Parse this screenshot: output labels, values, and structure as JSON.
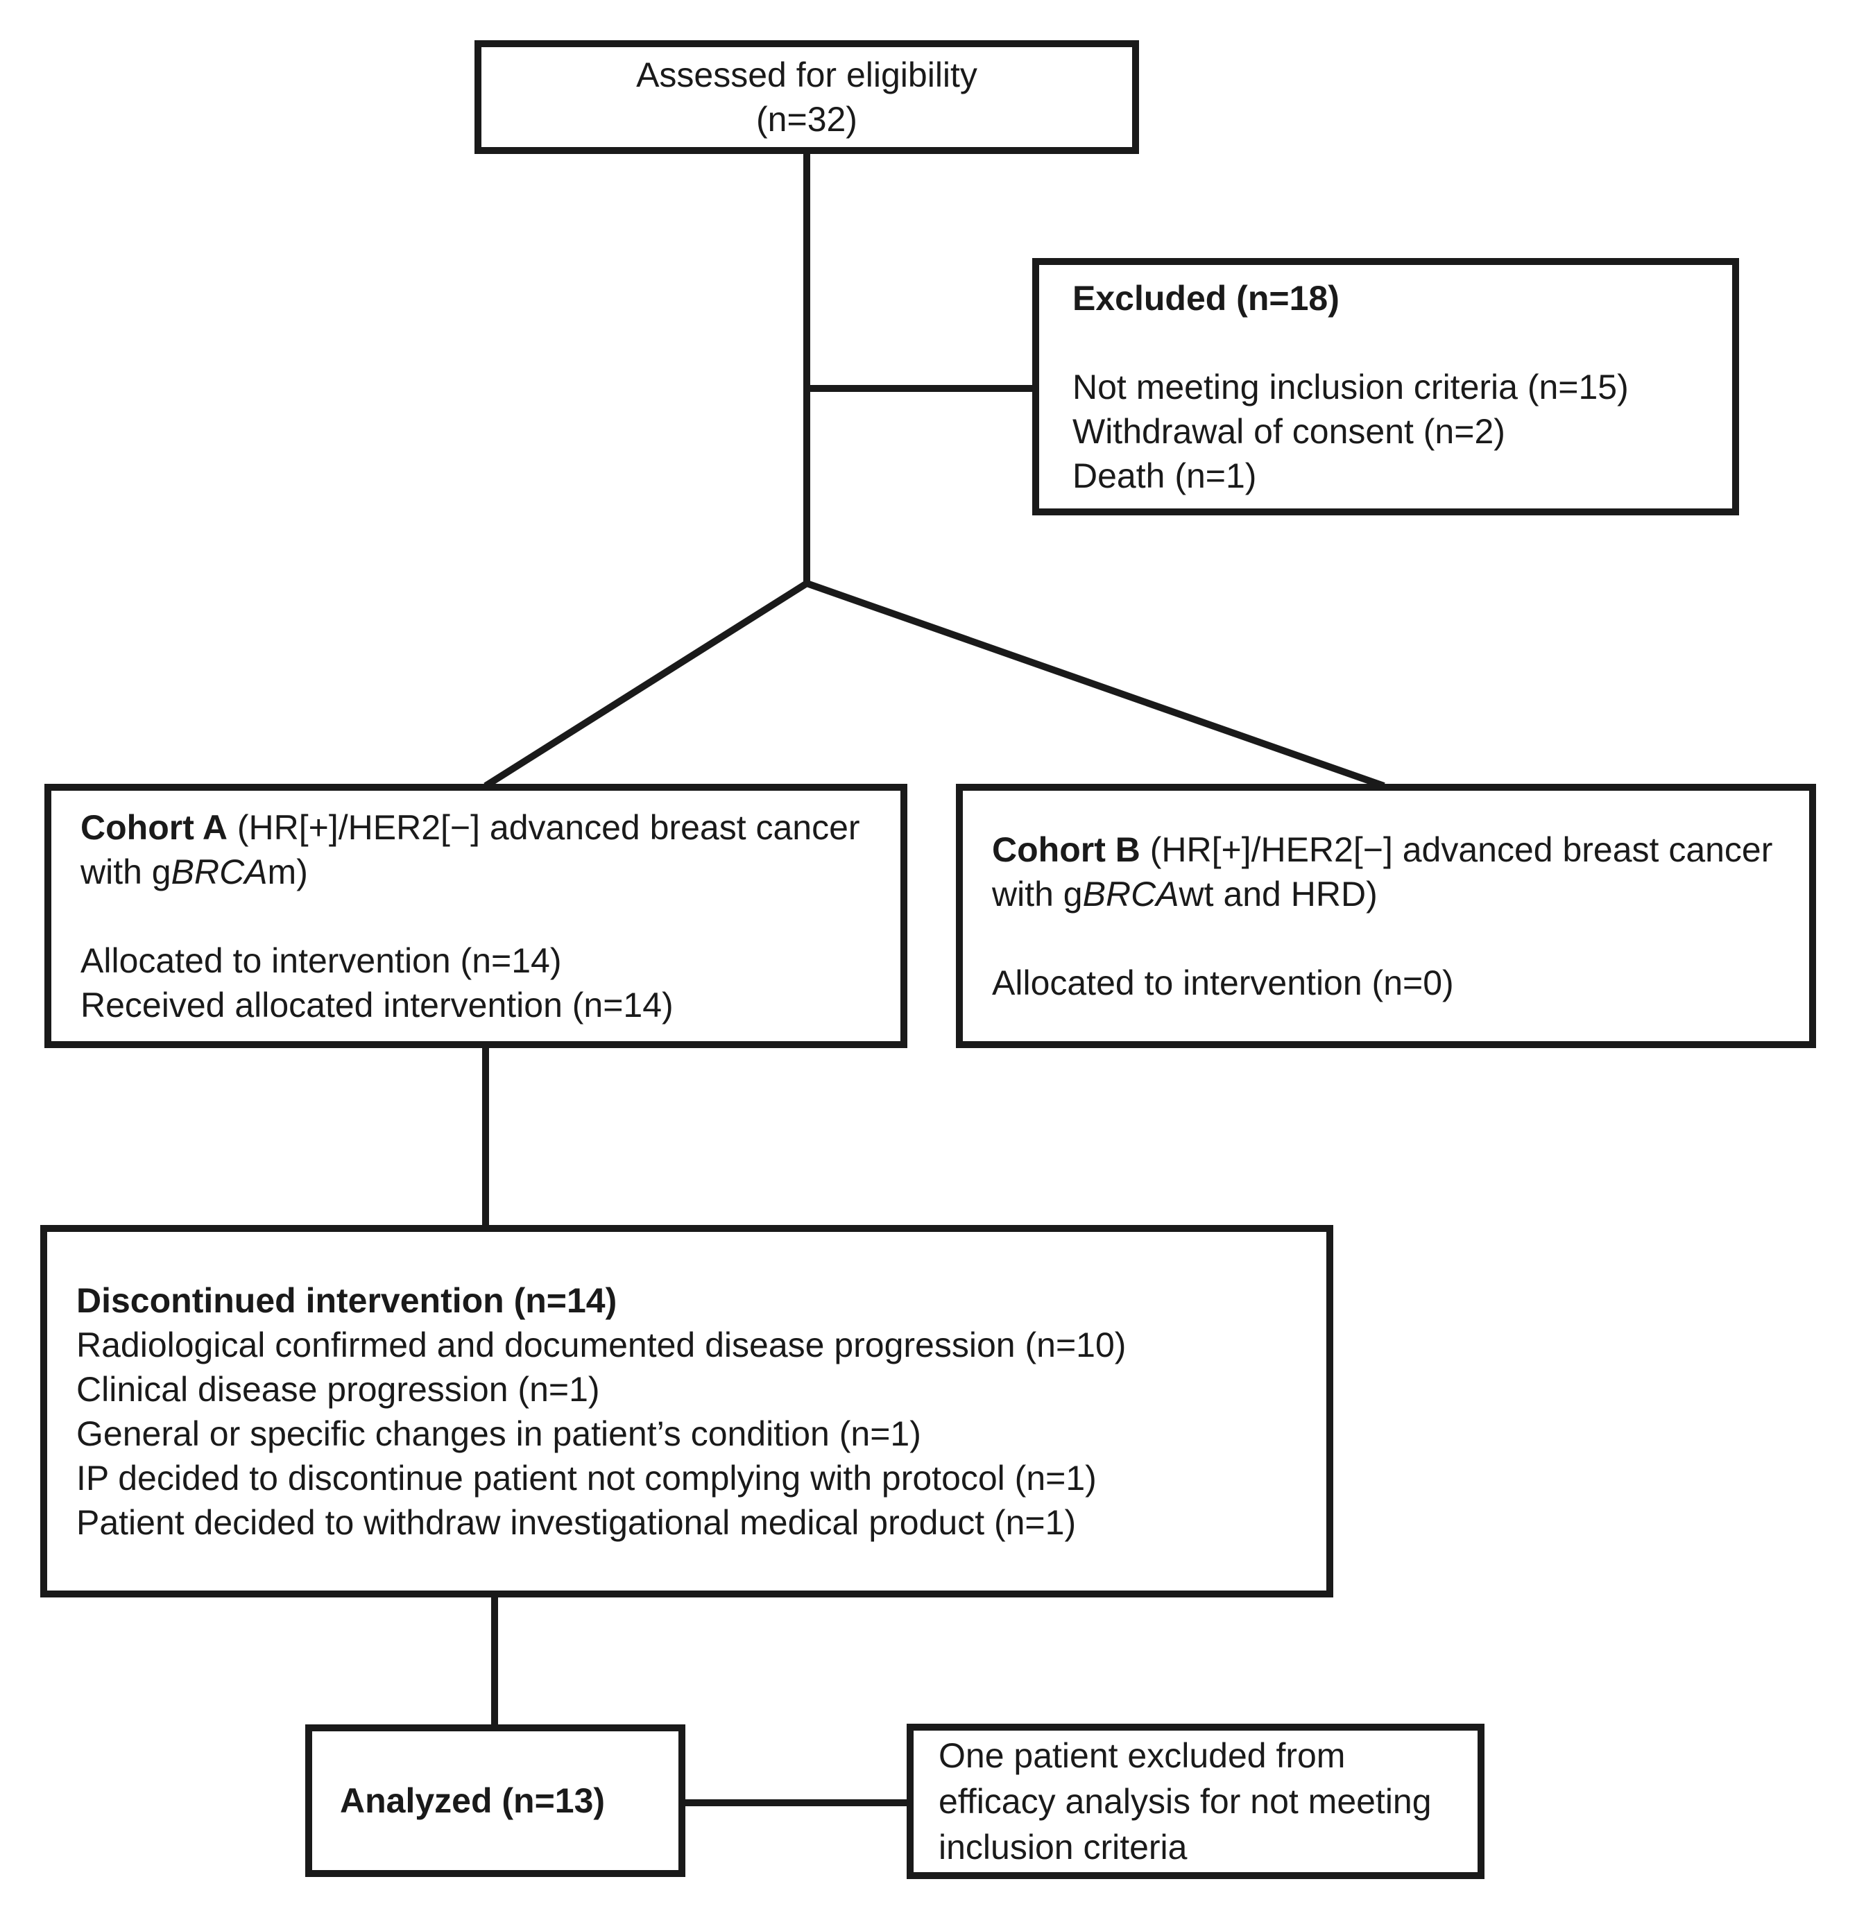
{
  "colors": {
    "background": "#ffffff",
    "line": "#1a1a1a",
    "text": "#1a1a1a"
  },
  "diagram": {
    "assessed": {
      "line1": "Assessed for eligibility",
      "line2": "(n=32)"
    },
    "excluded": {
      "title": "Excluded (n=18)",
      "items": [
        "Not meeting inclusion criteria (n=15)",
        "Withdrawal of consent (n=2)",
        "Death (n=1)"
      ]
    },
    "cohort_a": {
      "name": "Cohort A",
      "desc_pre": " (HR[+]/HER2[−] advanced breast cancer with g",
      "gene": "BRCA",
      "desc_post": "m)",
      "items": [
        "Allocated to intervention (n=14)",
        "Received allocated intervention (n=14)"
      ]
    },
    "cohort_b": {
      "name": "Cohort B",
      "desc_pre": " (HR[+]/HER2[−] advanced breast cancer with g",
      "gene": "BRCA",
      "desc_post": "wt and HRD)",
      "items": [
        "Allocated to intervention (n=0)"
      ]
    },
    "discontinued": {
      "title": "Discontinued intervention (n=14)",
      "items": [
        "Radiological confirmed and documented disease progression (n=10)",
        "Clinical disease progression (n=1)",
        "General or specific changes in patient’s condition (n=1)",
        "IP decided to discontinue patient not complying with protocol (n=1)",
        "Patient decided to withdraw investigational medical product (n=1)"
      ]
    },
    "analyzed": {
      "title": "Analyzed (n=13)"
    },
    "note": {
      "text": "One patient excluded from efficacy analysis for not meeting inclusion criteria"
    }
  }
}
